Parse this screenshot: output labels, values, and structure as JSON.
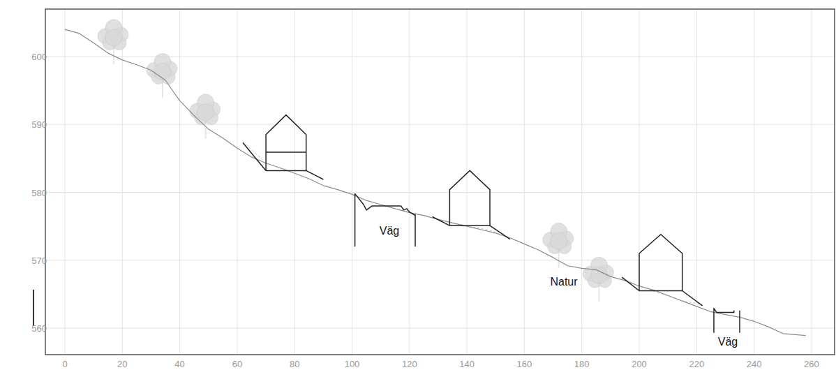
{
  "diagram": {
    "labels": [
      "600",
      "590",
      "580",
      "570",
      "560",
      "0",
      "20",
      "40",
      "60",
      "80",
      "100",
      "120",
      "140",
      "160",
      "180",
      "200",
      "220",
      "240",
      "260",
      "Väg",
      "Natur",
      "Väg"
    ]
  }
}
